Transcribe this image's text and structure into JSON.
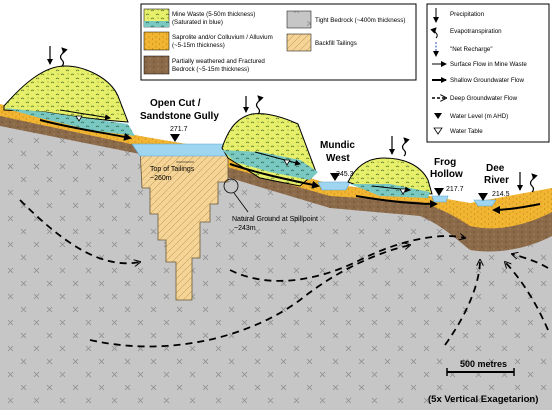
{
  "legend_left": {
    "mine_waste": "Mine Waste (5-50m thickness)",
    "mine_waste_sat": "(Saturated in blue)",
    "saprolite": "Saprolite and/or Colluvium / Alluvium",
    "saprolite_thk": "(~5-15m thickness)",
    "weathered": "Partially weathered and Fractured",
    "weathered_thk": "Bedrock (~5-15m thickness)",
    "bedrock": "Tight Bedrock (~400m thickness)",
    "backfill": "Backfill Tailings"
  },
  "legend_right": {
    "precipitation": "Precipitation",
    "evapotranspiration": "Evapotranspiration",
    "net_recharge": "\"Net Recharge\"",
    "surface_flow": "Surface Flow in Mine Waste",
    "shallow_gw": "Shallow Groundwater Flow",
    "deep_gw": "Deep Groundwater Flow",
    "water_level": "Water Level (m AHD)",
    "water_table": "Water Table"
  },
  "labels": {
    "open_cut_1": "Open Cut /",
    "open_cut_2": "Sandstone Gully",
    "mundic_1": "Mundic",
    "mundic_2": "West",
    "frog_1": "Frog",
    "frog_2": "Hollow",
    "dee_1": "Dee",
    "dee_2": "River",
    "top_tailings_1": "Top of Tailings",
    "top_tailings_2": "~260m",
    "natural_ground_1": "Natural Ground at Spillpoint",
    "natural_ground_2": "~243m",
    "scale": "500 metres",
    "exaggeration": "(5x Vertical Exagetarion)"
  },
  "water_levels": {
    "open_cut": "271.7",
    "mundic": "245.3",
    "frog": "217.7",
    "dee": "214.5"
  },
  "colors": {
    "bedrock": "#c6c6c6",
    "weathered": "#8b6a4a",
    "saprolite": "#f2b531",
    "waste": "#e8ef6a",
    "saturated": "#79c8c2",
    "backfill": "#f5d497",
    "water": "#9fd5ef"
  }
}
